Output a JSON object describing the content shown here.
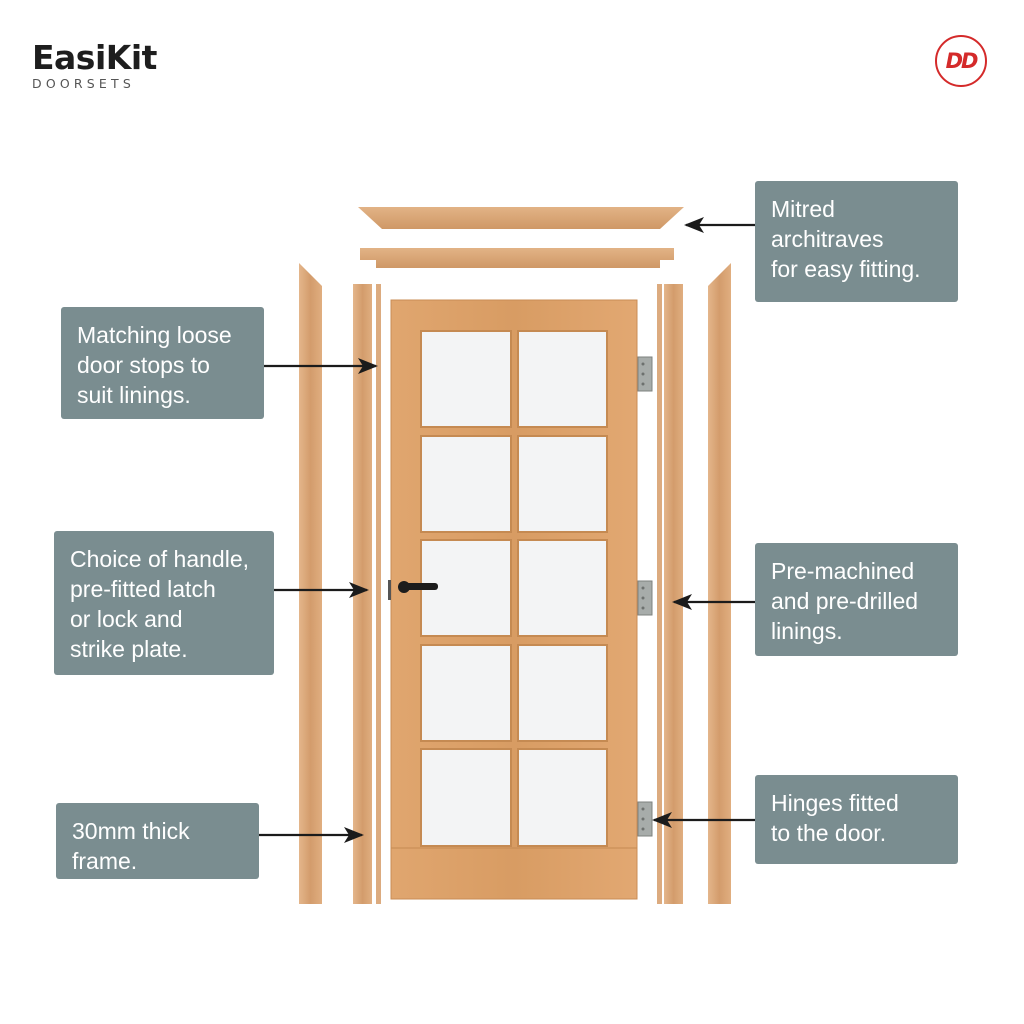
{
  "brand": {
    "name": "EasiKit",
    "sub": "DOORSETS",
    "badge": "DD"
  },
  "callouts": {
    "mitred": "Mitred\narchitraves\nfor easy fitting.",
    "stops": "Matching loose\ndoor stops to\nsuit linings.",
    "handle": "Choice of handle,\npre-fitted latch\nor lock and\nstrike plate.",
    "frame": "30mm thick\nframe.",
    "linings": "Pre-machined\nand pre-drilled\nlinings.",
    "hinges": "Hinges fitted\nto the door."
  },
  "colors": {
    "callout_bg": "#7a8d90",
    "wood": "#d9a577",
    "glass": "#f4f5f6",
    "hinge": "#a9aeac",
    "accent": "#d42a2a"
  }
}
